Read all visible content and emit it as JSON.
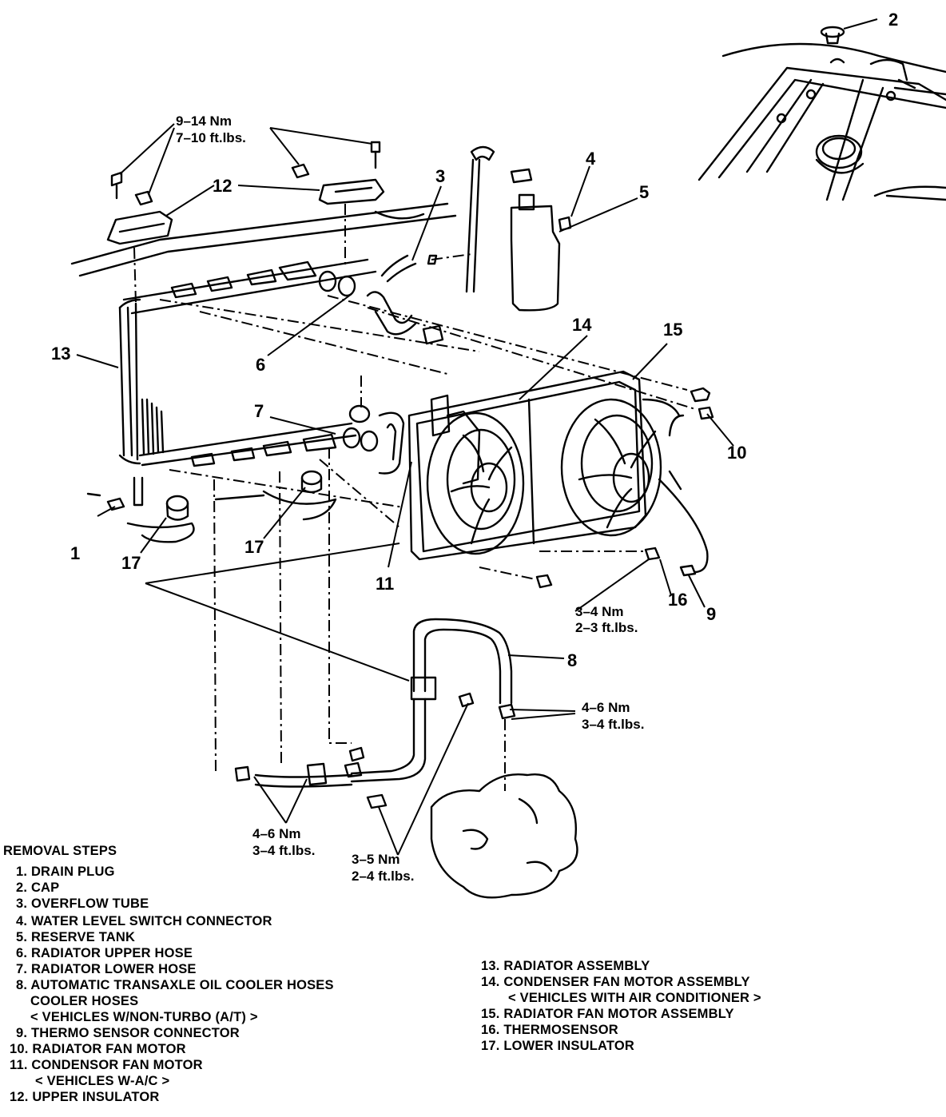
{
  "callouts": [
    "1",
    "2",
    "3",
    "4",
    "5",
    "6",
    "7",
    "8",
    "9",
    "10",
    "11",
    "12",
    "13",
    "14",
    "15",
    "16",
    "17"
  ],
  "torques": {
    "t1": {
      "nm": "9–14 Nm",
      "ft": "7–10 ft.lbs."
    },
    "t2": {
      "nm": "3–4 Nm",
      "ft": "2–3 ft.lbs."
    },
    "t3": {
      "nm": "4–6 Nm",
      "ft": "3–4 ft.lbs."
    },
    "t4": {
      "nm": "4–6 Nm",
      "ft": "3–4 ft.lbs."
    },
    "t5": {
      "nm": "3–5 Nm",
      "ft": "2–4 ft.lbs."
    }
  },
  "removal": {
    "title": "REMOVAL STEPS",
    "lines": [
      "1. DRAIN PLUG",
      "2. CAP",
      "3. OVERFLOW TUBE",
      "4. WATER LEVEL SWITCH CONNECTOR",
      "5. RESERVE TANK",
      "6. RADIATOR UPPER HOSE",
      "7. RADIATOR LOWER HOSE",
      "8. AUTOMATIC TRANSAXLE OIL  COOLER HOSES",
      "COOLER HOSES",
      "< VEHICLES W/NON-TURBO (A/T) >",
      "9. THERMO SENSOR CONNECTOR",
      "10. RADIATOR FAN MOTOR",
      "11. CONDENSOR FAN MOTOR",
      "< VEHICLES W-A/C >",
      "12. UPPER INSULATOR"
    ],
    "lines2": [
      "13. RADIATOR ASSEMBLY",
      "14. CONDENSER FAN MOTOR ASSEMBLY",
      "< VEHICLES WITH AIR CONDITIONER >",
      "15. RADIATOR FAN MOTOR ASSEMBLY",
      "16. THERMOSENSOR",
      "17. LOWER INSULATOR"
    ]
  }
}
